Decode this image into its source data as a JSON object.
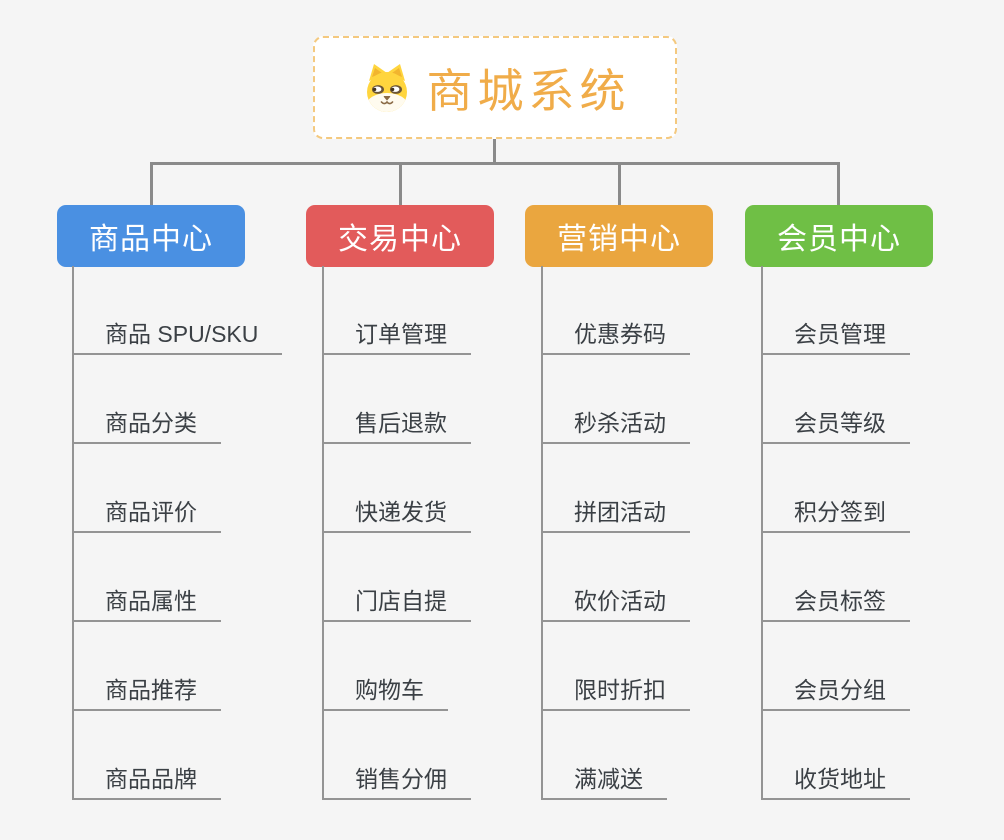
{
  "root": {
    "title": "商城系统",
    "icon": "dog-face-icon"
  },
  "branches": [
    {
      "label": "商品中心",
      "color": "#4A90E2",
      "items": [
        "商品 SPU/SKU",
        "商品分类",
        "商品评价",
        "商品属性",
        "商品推荐",
        "商品品牌"
      ]
    },
    {
      "label": "交易中心",
      "color": "#E25B5B",
      "items": [
        "订单管理",
        "售后退款",
        "快递发货",
        "门店自提",
        "购物车",
        "销售分佣"
      ]
    },
    {
      "label": "营销中心",
      "color": "#EAA63F",
      "items": [
        "优惠券码",
        "秒杀活动",
        "拼团活动",
        "砍价活动",
        "限时折扣",
        "满减送"
      ]
    },
    {
      "label": "会员中心",
      "color": "#6FBF45",
      "items": [
        "会员管理",
        "会员等级",
        "积分签到",
        "会员标签",
        "会员分组",
        "收货地址"
      ]
    }
  ],
  "colors": {
    "background": "#F5F5F5",
    "connector": "#8A8A8A",
    "leaf_line": "#949494",
    "root_border": "#F4C97F",
    "root_text": "#F0AC49"
  }
}
